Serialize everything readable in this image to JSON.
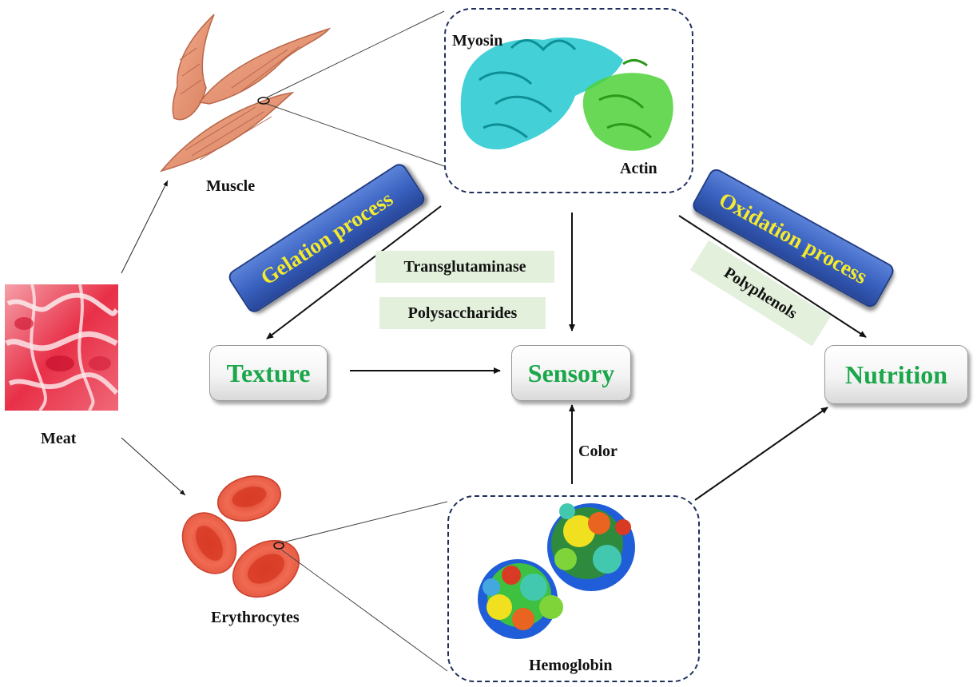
{
  "labels": {
    "muscle": "Muscle",
    "meat": "Meat",
    "erythrocytes": "Erythrocytes",
    "myosin": "Myosin",
    "actin": "Actin",
    "hemoglobin": "Hemoglobin",
    "color": "Color"
  },
  "processes": {
    "gelation": "Gelation process",
    "oxidation": "Oxidation process"
  },
  "agents": {
    "transglutaminase": "Transglutaminase",
    "polysaccharides": "Polysaccharides",
    "polyphenols": "Polyphenols"
  },
  "nodes": {
    "texture": "Texture",
    "sensory": "Sensory",
    "nutrition": "Nutrition"
  },
  "colors": {
    "node_text": "#1aa64a",
    "process_fill": "#3a62c0",
    "process_text": "#f5ea2e",
    "agent_bg": "#e3f0dc",
    "muscle": "#e09070",
    "erythrocyte": "#e8553e",
    "myosin": "#22c8d0",
    "actin": "#4fd13a"
  }
}
